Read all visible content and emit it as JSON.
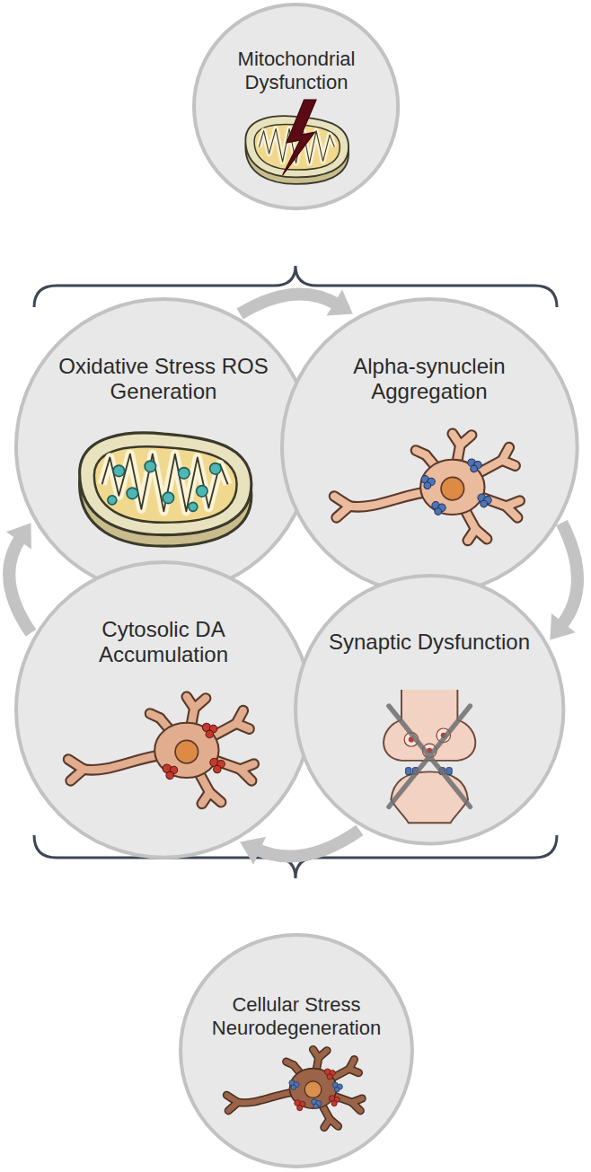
{
  "diagram": {
    "nodes": [
      {
        "text": [
          "Mitochondrial Dysfunction"
        ]
      },
      {
        "text": [
          "Oxidative Stress ROS Generation"
        ]
      },
      {
        "text": [
          "Alpha-synuclein Aggregation"
        ]
      },
      {
        "text": [
          "Cytosolic DA Accumulation"
        ]
      },
      {
        "text": [
          "Synaptic Dysfunction"
        ]
      },
      {
        "text": [
          "Cellular Stress Neurodegeneration"
        ]
      }
    ],
    "edges": [
      {
        "from": 1,
        "to": 2,
        "arrow": "to"
      },
      {
        "from": 2,
        "to": 4,
        "arrow": "to"
      },
      {
        "from": 4,
        "to": 3,
        "arrow": "to"
      },
      {
        "from": 3,
        "to": 1,
        "arrow": "to"
      }
    ]
  }
}
